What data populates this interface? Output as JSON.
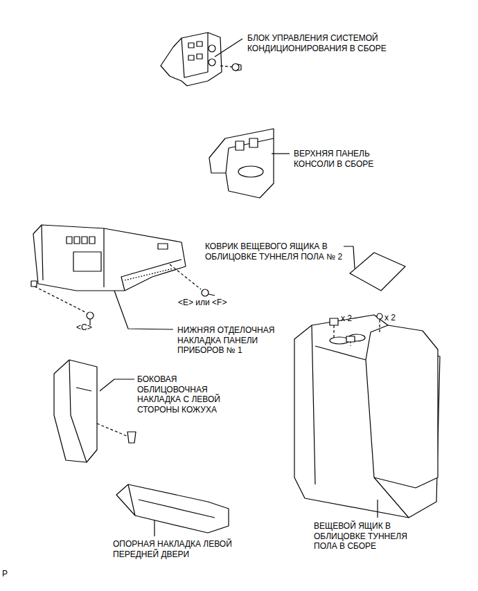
{
  "diagram": {
    "labels": [
      "БЛОК УПРАВЛЕНИЯ СИСТЕМОЙ КОНДИЦИОНИРОВАНИЯ В СБОРЕ",
      "ВЕРХНЯЯ ПАНЕЛЬ КОНСОЛИ В СБОРЕ",
      "КОВРИК ВЕЩЕВОГО ЯЩИКА В ОБЛИЦОВКЕ ТУННЕЛЯ ПОЛА № 2",
      "<E> или <F>",
      "<C>",
      "НИЖНЯЯ ОТДЕЛОЧНАЯ НАКЛАДКА ПАНЕЛИ ПРИБОРОВ № 1",
      "x 2",
      "x 2",
      "БОКОВАЯ ОБЛИЦОВОЧНАЯ НАКЛАДКА С ЛЕВОЙ СТОРОНЫ КОЖУХА",
      "ОПОРНАЯ НАКЛАДКА ЛЕВОЙ ПЕРЕДНЕЙ ДВЕРИ",
      "ВЕЩЕВОЙ ЯЩИК В ОБЛИЦОВКЕ ТУННЕЛЯ ПОЛА В СБОРЕ",
      "P"
    ]
  }
}
